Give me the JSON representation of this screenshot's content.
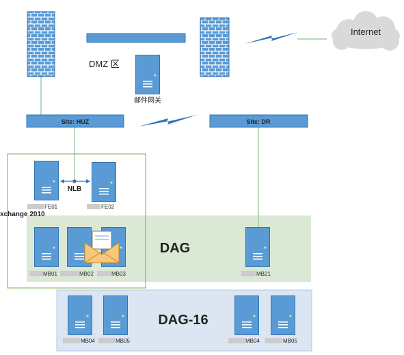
{
  "labels": {
    "internet": "Internet",
    "dmz": "DMZ 区",
    "mail_gateway": "邮件网关",
    "site_huz": "Site: HUZ",
    "site_dr": "Site: DR",
    "nlb": "NLB",
    "exchange": "xchange 2010",
    "dag": "DAG",
    "dag16": "DAG-16"
  },
  "servers": {
    "fe01": "FE01",
    "fe02": "FE02",
    "mb01": "MB01",
    "mb02": "MB02",
    "mb03": "MB03",
    "mb21": "MB21",
    "mb04_a": "MB04",
    "mb05_a": "MB05",
    "mb04_b": "MB04",
    "mb05_b": "MB05"
  },
  "colors": {
    "server_blue": "#5b9bd5",
    "server_dark": "#2e75b6",
    "bar_blue": "#5b9bd5",
    "lightning": "#2e75b6",
    "line_green": "#8fbc8f",
    "exchange_border": "#70ad47",
    "dag_bg": "#dbe8d5",
    "dag16_bg": "#dce6f2",
    "cloud": "#d9d9d9",
    "envelope": "#f6c87a"
  }
}
